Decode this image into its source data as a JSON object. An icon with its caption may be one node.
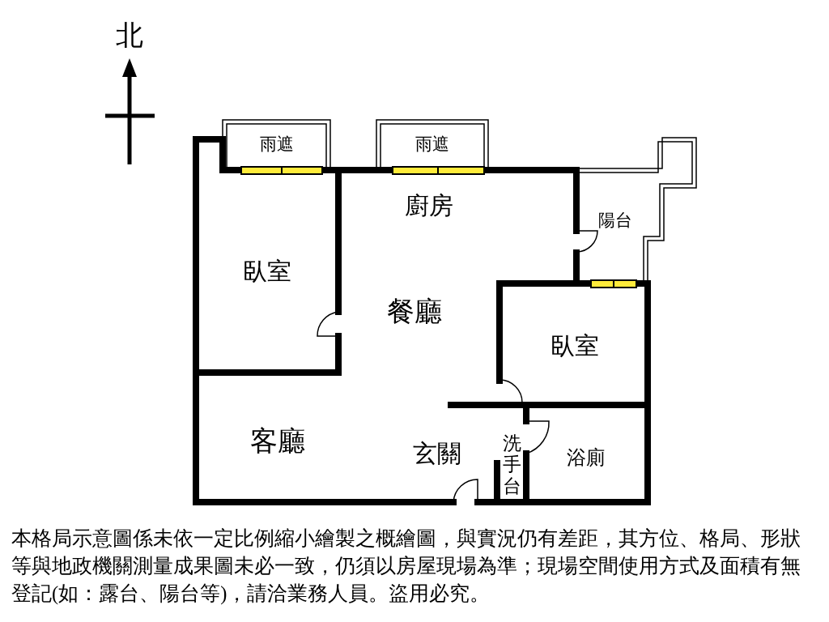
{
  "diagram": {
    "caption": "本格局示意圖係未依一定比例縮小繪製之概繪圖，與實況仍有差距，其方位、格局、形狀等與地政機關測量成果圖未必一致，仍須以房屋現場為準；現場空間使用方式及面積有無登記(如：露台、陽台等)，請洽業務人員。盜用必究。",
    "labels": [
      "北",
      "雨遮",
      "雨遮",
      "廚房",
      "陽台",
      "臥室",
      "餐廳",
      "臥室",
      "客廳",
      "玄關",
      "洗手台",
      "浴廁"
    ]
  }
}
